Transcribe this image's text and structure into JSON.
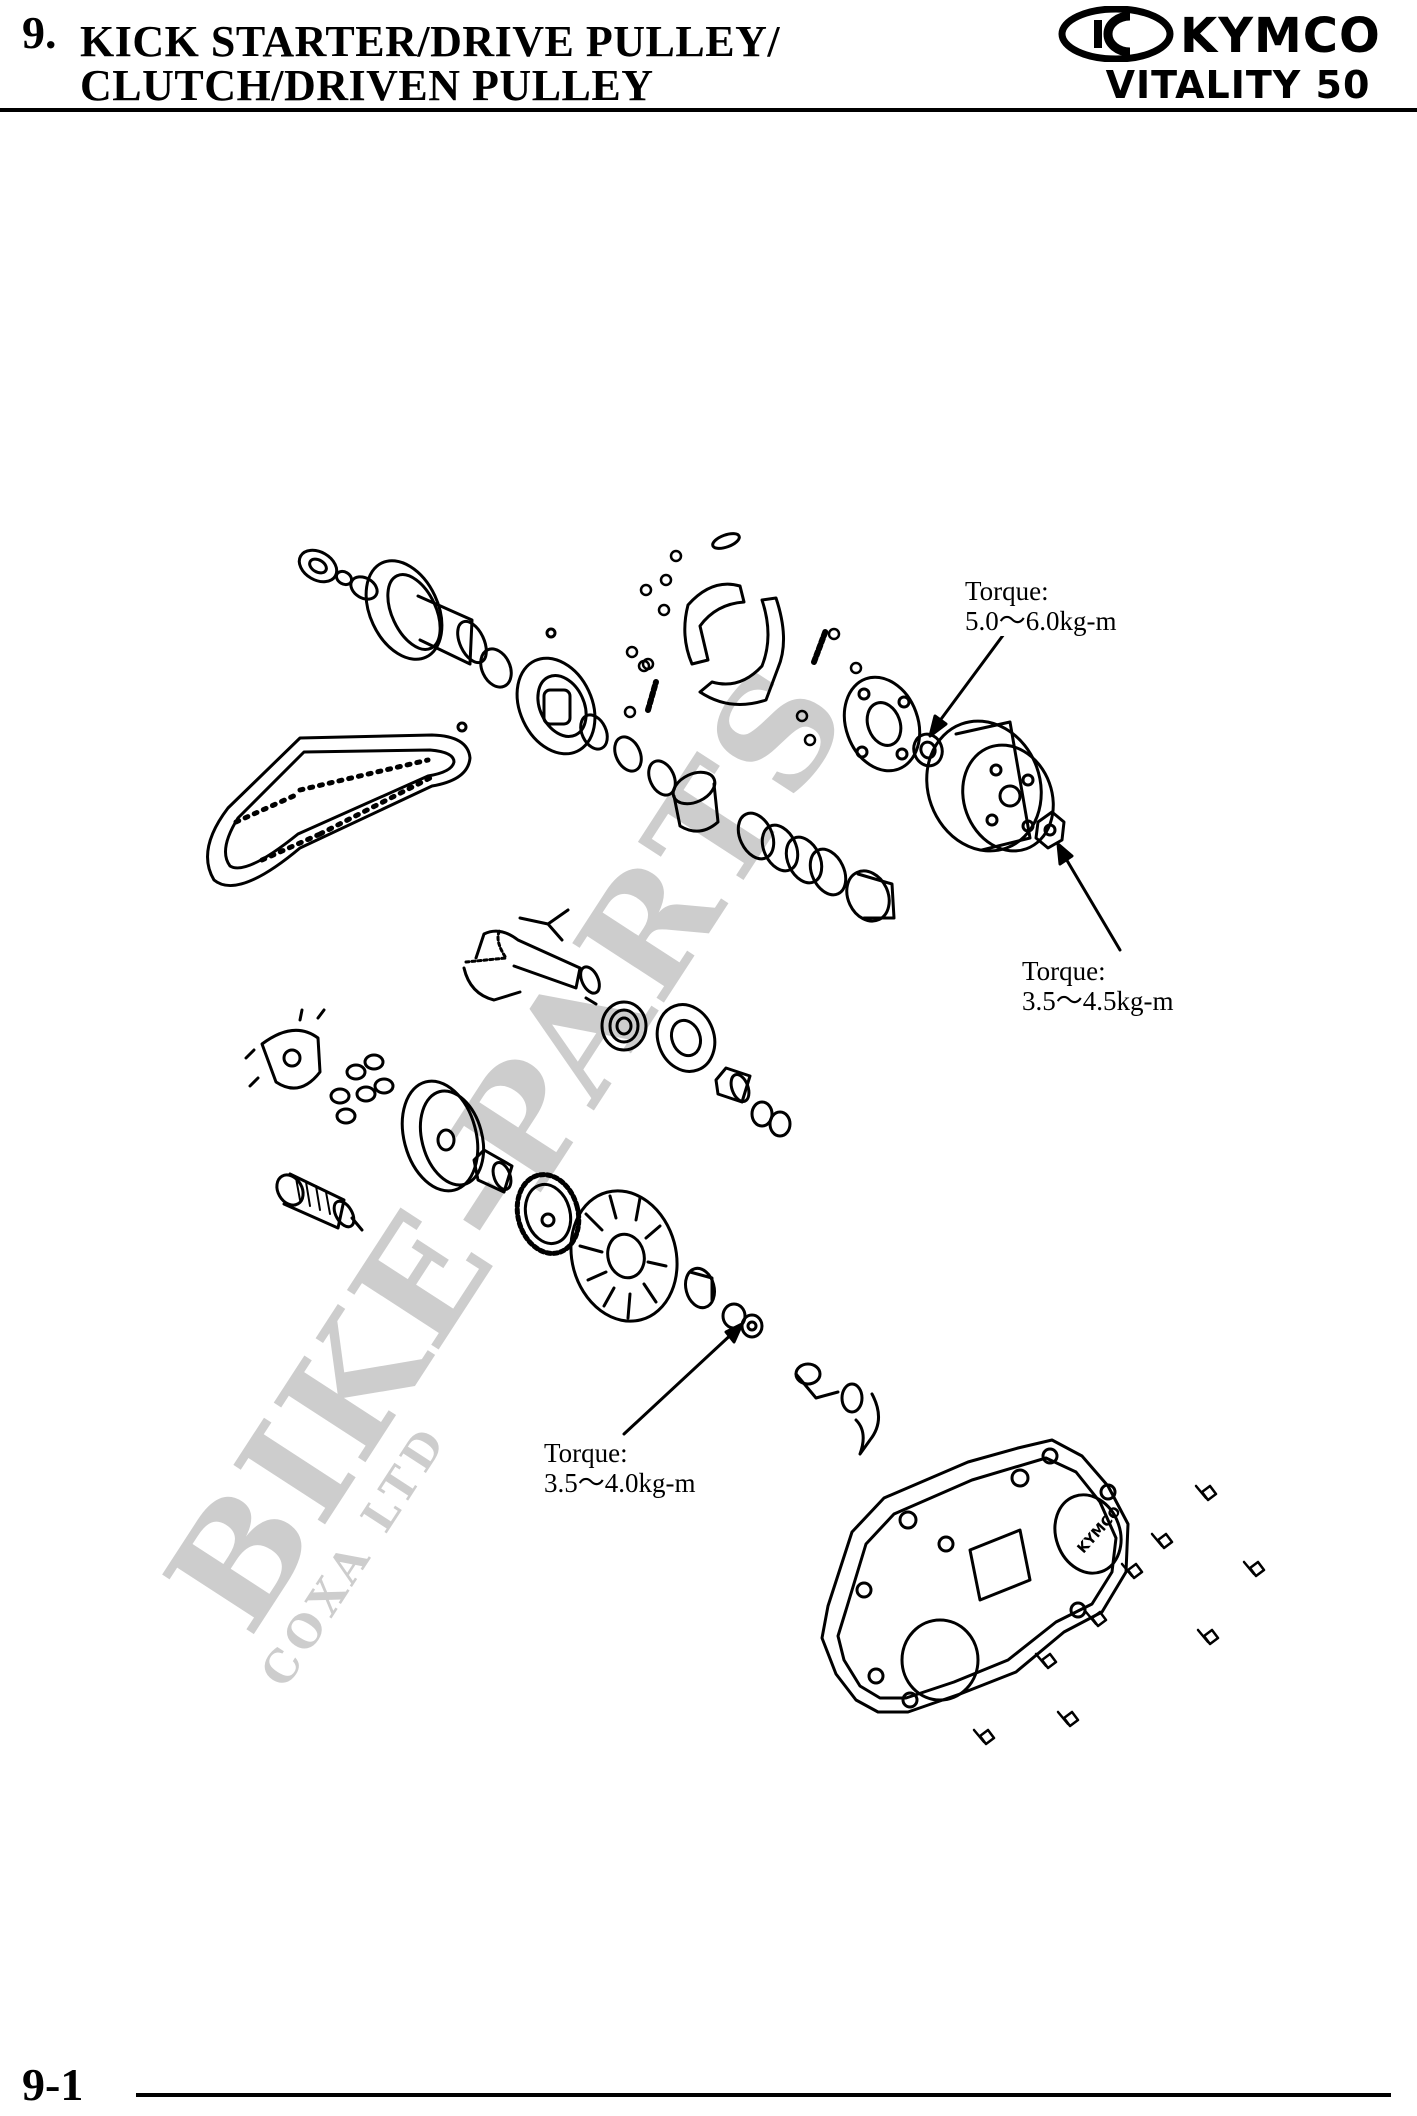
{
  "header": {
    "chapter_number": "9.",
    "title_line1": "KICK STARTER/DRIVE PULLEY/",
    "title_line2": "CLUTCH/DRIVEN PULLEY",
    "brand": "KYMCO",
    "model": "VITALITY 50"
  },
  "annotations": [
    {
      "label": "Torque:",
      "value": "5.0～6.0kg-m"
    },
    {
      "label": "Torque:",
      "value": "3.5～4.5kg-m"
    },
    {
      "label": "Torque:",
      "value": "3.5～4.0kg-m"
    }
  ],
  "cover_brand": "KYMCO",
  "watermark": {
    "main": "BIKE-PARTS",
    "sub": "COXA LTD",
    "color": "#bdbdbd"
  },
  "footer": {
    "page_number": "9-1"
  }
}
